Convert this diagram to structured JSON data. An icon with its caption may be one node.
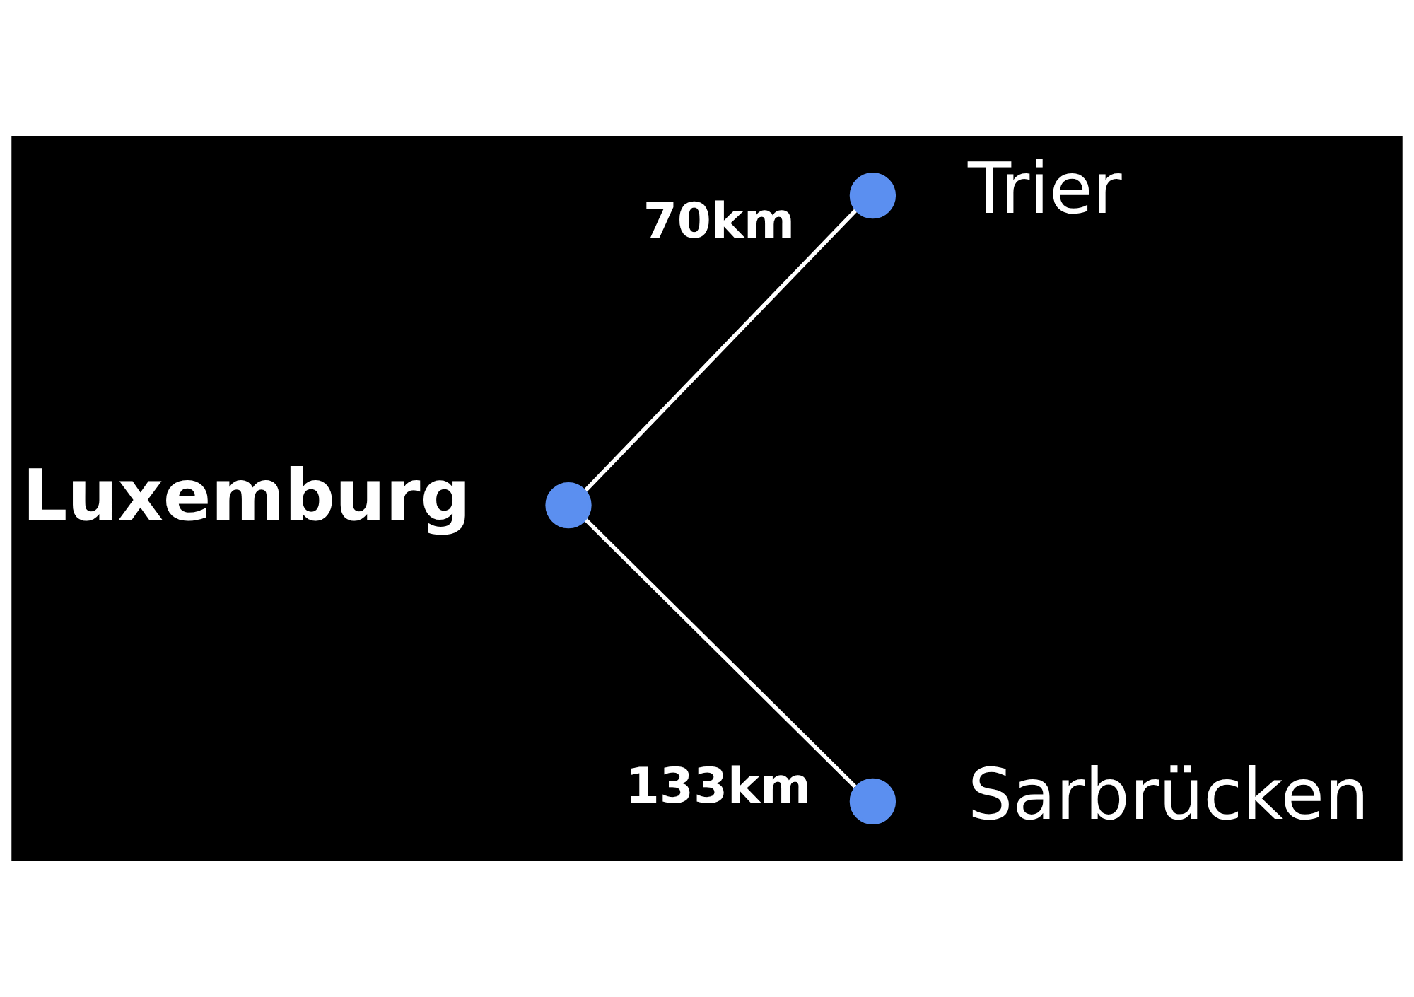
{
  "diagram": {
    "nodes": [
      {
        "text": [],
        "shape": "circle",
        "beside": [
          "Luxemburg"
        ]
      },
      {
        "text": [],
        "shape": "circle",
        "beside": [
          "Trier"
        ]
      },
      {
        "text": [],
        "shape": "circle",
        "beside": [
          "Sarbrücken"
        ]
      }
    ],
    "edges": [
      {
        "from": 0,
        "to": 1,
        "arrow": "none",
        "label": "70km"
      },
      {
        "from": 0,
        "to": 2,
        "arrow": "none",
        "label": "133km"
      }
    ]
  }
}
